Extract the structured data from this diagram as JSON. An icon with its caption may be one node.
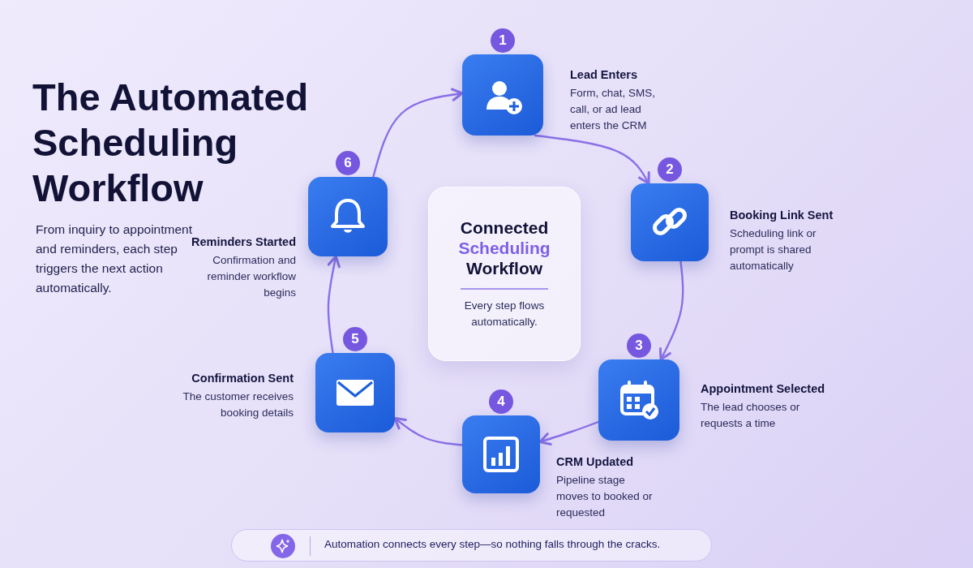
{
  "diagram": {
    "title": "The Automated Scheduling Workflow",
    "nodes": [
      {
        "text": [],
        "shape": "box",
        "beside": [
          "1",
          "Lead Enters",
          "Form, chat, SMS, call, or ad lead enters the CRM"
        ]
      },
      {
        "text": [],
        "shape": "box",
        "beside": [
          "2",
          "Booking Link Sent",
          "Scheduling link or prompt is shared automatically"
        ]
      },
      {
        "text": [],
        "shape": "box",
        "beside": [
          "3",
          "Appointment Selected",
          "The lead chooses or requests a time"
        ]
      },
      {
        "text": [],
        "shape": "box",
        "beside": [
          "4",
          "CRM Updated",
          "Pipeline stage moves to booked or requested"
        ]
      },
      {
        "text": [],
        "shape": "box",
        "beside": [
          "5",
          "Confirmation Sent",
          "The customer receives booking details"
        ]
      },
      {
        "text": [],
        "shape": "box",
        "beside": [
          "6",
          "Reminders Started",
          "Confirmation and reminder workflow begins"
        ]
      },
      {
        "text": [
          "Connected",
          "Scheduling",
          "Workflow",
          "Every step flows automatically."
        ]
      },
      {
        "text": [
          "Automation connects every step—so nothing falls through the cracks."
        ]
      }
    ],
    "edges": [
      {
        "from": 0,
        "to": 1,
        "arrow": "to"
      },
      {
        "from": 1,
        "to": 2,
        "arrow": "to"
      },
      {
        "from": 2,
        "to": 3,
        "arrow": "to"
      },
      {
        "from": 3,
        "to": 4,
        "arrow": "to"
      },
      {
        "from": 4,
        "to": 5,
        "arrow": "to"
      },
      {
        "from": 5,
        "to": 0,
        "arrow": "to"
      }
    ],
    "labels": [
      "From inquiry to appointment and reminders, each step triggers the next action automatically."
    ]
  }
}
